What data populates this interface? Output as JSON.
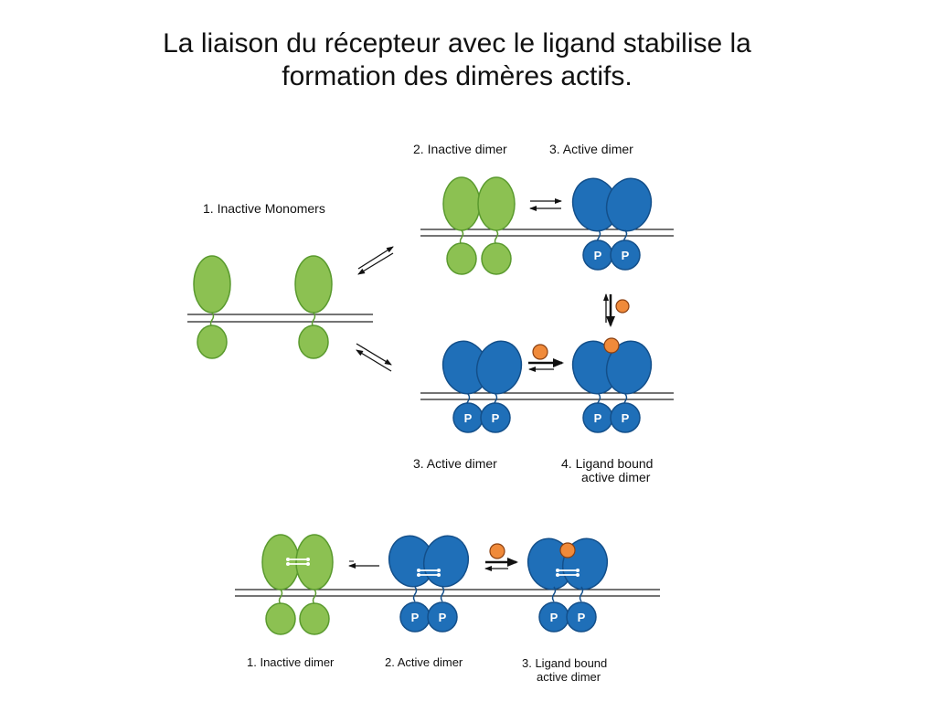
{
  "slide": {
    "title_line1": "La liaison du récepteur avec le ligand stabilise la",
    "title_line2": "formation des dimères actifs."
  },
  "colors": {
    "inactive_fill": "#8cc152",
    "inactive_stroke": "#5a9a2e",
    "active_fill": "#1f6fb8",
    "active_stroke": "#134f8a",
    "ligand_fill": "#f08a3a",
    "ligand_stroke": "#8a3f10",
    "membrane": "#222222"
  },
  "upper_panel": {
    "label_inactive_monomers": "1.   Inactive Monomers",
    "label_inactive_dimer": "2.   Inactive dimer",
    "label_active_dimer_top": "3.   Active dimer",
    "label_active_dimer_mid": "3.   Active dimer",
    "label_ligand_bound_line1": "4.  Ligand bound",
    "label_ligand_bound_line2": "active dimer",
    "phospho_label": "P"
  },
  "lower_panel": {
    "label_inactive_dimer": "1. Inactive dimer",
    "label_active_dimer": "2.  Active dimer",
    "label_ligand_bound_line1": "3. Ligand bound",
    "label_ligand_bound_line2": "active dimer",
    "phospho_label": "P"
  }
}
